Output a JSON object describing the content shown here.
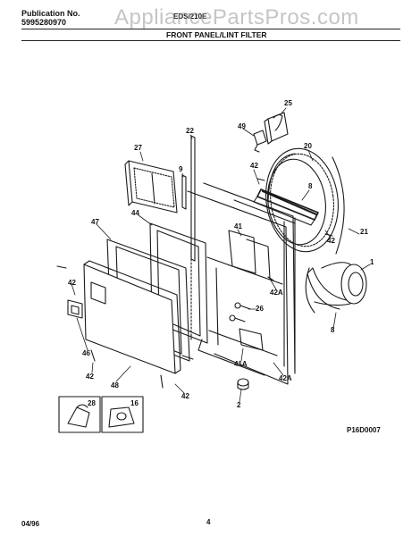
{
  "header": {
    "publication_label": "Publication No.",
    "publication_number": "5995280970",
    "model": "EDS/210E",
    "section_title": "FRONT PANEL/LINT FILTER"
  },
  "watermark": "AppliancePartsPros.com",
  "callouts": {
    "c25": "25",
    "c49": "49",
    "c22": "22",
    "c27": "27",
    "c20": "20",
    "c9": "9",
    "c42_top": "42",
    "c8_top": "8",
    "c44": "44",
    "c47": "47",
    "c41": "41",
    "c42_right": "42",
    "c21": "21",
    "c1": "1",
    "c42_left": "42",
    "c42A_mid": "42A",
    "c26": "26",
    "c8_right": "8",
    "c46": "46",
    "c42_bottom_left": "42",
    "c48": "48",
    "c41A": "41A",
    "c42A_low": "42A",
    "c42_bottom": "42",
    "c2": "2",
    "c28": "28",
    "c16": "16"
  },
  "diagram_code": "P16D0007",
  "footer": {
    "date": "04/96",
    "page": "4"
  }
}
